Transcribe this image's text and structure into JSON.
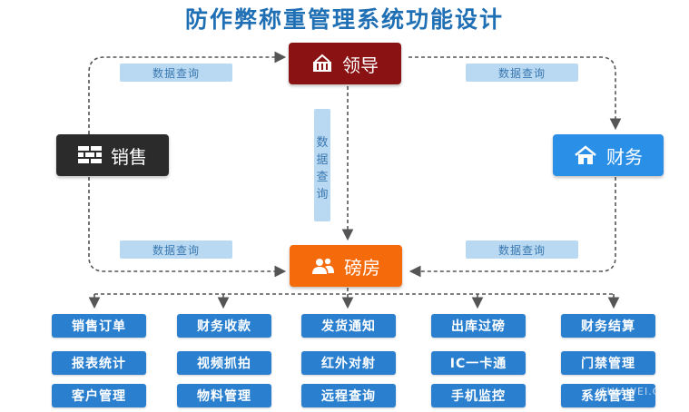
{
  "title": "防作弊称重管理系统功能设计",
  "nodes": {
    "leader": "领导",
    "sales": "销售",
    "finance": "财务",
    "scale_house": "磅房"
  },
  "queries": {
    "top_left": "数据查询",
    "top_right": "数据查询",
    "bottom_left": "数据查询",
    "bottom_right": "数据查询",
    "vertical": [
      "数",
      "据",
      "查",
      "询"
    ]
  },
  "functions": [
    [
      "销售订单",
      "报表统计",
      "客户管理"
    ],
    [
      "财务收款",
      "视频抓拍",
      "物料管理"
    ],
    [
      "发货通知",
      "红外对射",
      "远程查询"
    ],
    [
      "出库过磅",
      "IC一卡通",
      "手机监控"
    ],
    [
      "财务结算",
      "门禁管理",
      "系统管理"
    ]
  ],
  "watermark": "CHIAWEI.CN",
  "colors": {
    "leader": "#8b1212",
    "sales": "#2b2b2b",
    "finance": "#2a8fe6",
    "scale_house": "#f56a0a",
    "function_box": "#2a7fcf",
    "query_box": "#b9d9f2"
  }
}
